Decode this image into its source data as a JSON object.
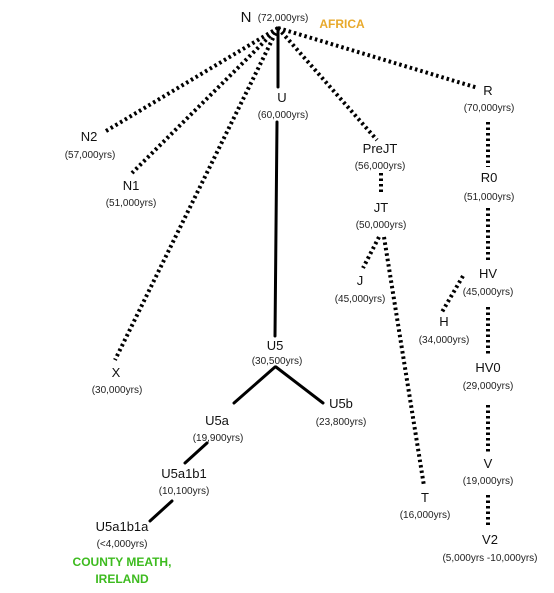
{
  "root": {
    "name": "N",
    "age": "(72,000yrs)"
  },
  "callouts": {
    "africa": "AFRICA",
    "county_line1": "COUNTY MEATH,",
    "county_line2": "IRELAND"
  },
  "colors": {
    "africa": "#e8a92b",
    "county": "#3dbb1f",
    "line": "#000000"
  },
  "nodes": {
    "n2": {
      "name": "N2",
      "age": "(57,000yrs)"
    },
    "n1": {
      "name": "N1",
      "age": "(51,000yrs)"
    },
    "x": {
      "name": "X",
      "age": "(30,000yrs)"
    },
    "u": {
      "name": "U",
      "age": "(60,000yrs)"
    },
    "u5": {
      "name": "U5",
      "age": "(30,500yrs)"
    },
    "u5a": {
      "name": "U5a",
      "age": "(19,900yrs)"
    },
    "u5b": {
      "name": "U5b",
      "age": "(23,800yrs)"
    },
    "u5a1b1": {
      "name": "U5a1b1",
      "age": "(10,100yrs)"
    },
    "u5a1b1a": {
      "name": "U5a1b1a",
      "age": "(<4,000yrs)"
    },
    "prejt": {
      "name": "PreJT",
      "age": "(56,000yrs)"
    },
    "jt": {
      "name": "JT",
      "age": "(50,000yrs)"
    },
    "j": {
      "name": "J",
      "age": "(45,000yrs)"
    },
    "t": {
      "name": "T",
      "age": "(16,000yrs)"
    },
    "r": {
      "name": "R",
      "age": "(70,000yrs)"
    },
    "r0": {
      "name": "R0",
      "age": "(51,000yrs)"
    },
    "hv": {
      "name": "HV",
      "age": "(45,000yrs)"
    },
    "h": {
      "name": "H",
      "age": "(34,000yrs)"
    },
    "hv0": {
      "name": "HV0",
      "age": "(29,000yrs)"
    },
    "v": {
      "name": "V",
      "age": "(19,000yrs)"
    },
    "v2": {
      "name": "V2",
      "age": "(5,000yrs -10,000yrs)"
    }
  }
}
